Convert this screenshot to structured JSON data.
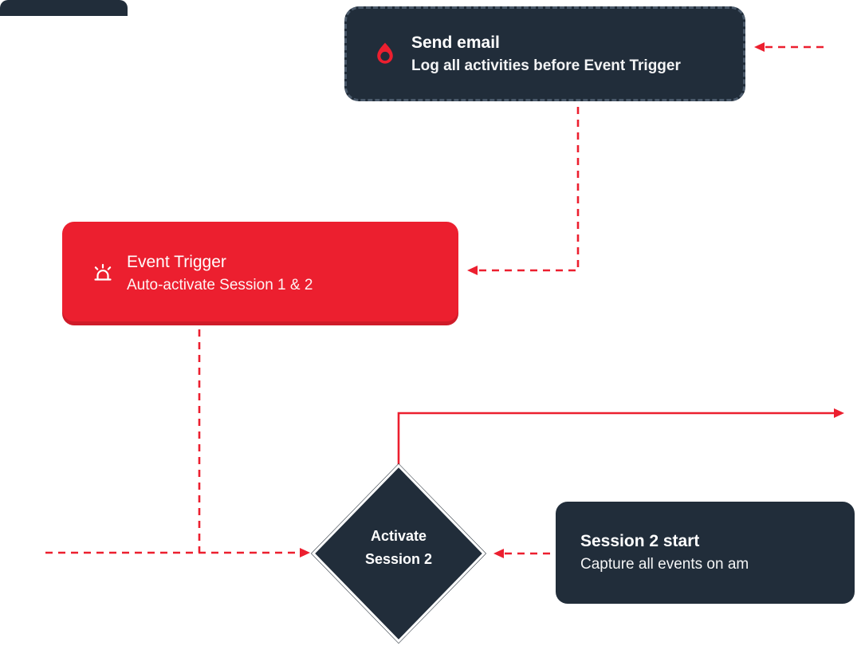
{
  "palette": {
    "accent_red": "#ec1f2f",
    "node_dark": "#212d3a",
    "dashed_border_gray": "#4b5a6b",
    "background": "#ffffff"
  },
  "nodes": {
    "send_email": {
      "title": "Send email",
      "subtitle": "Log all activities before Event Trigger",
      "icon": "flame-icon"
    },
    "event_trigger": {
      "title": "Event Trigger",
      "subtitle": "Auto-activate Session 1 & 2",
      "icon": "siren-icon"
    },
    "activate_session_2": {
      "line1": "Activate",
      "line2": "Session 2"
    },
    "session_2_start": {
      "title": "Session 2 start",
      "subtitle": "Capture all events on am"
    }
  }
}
